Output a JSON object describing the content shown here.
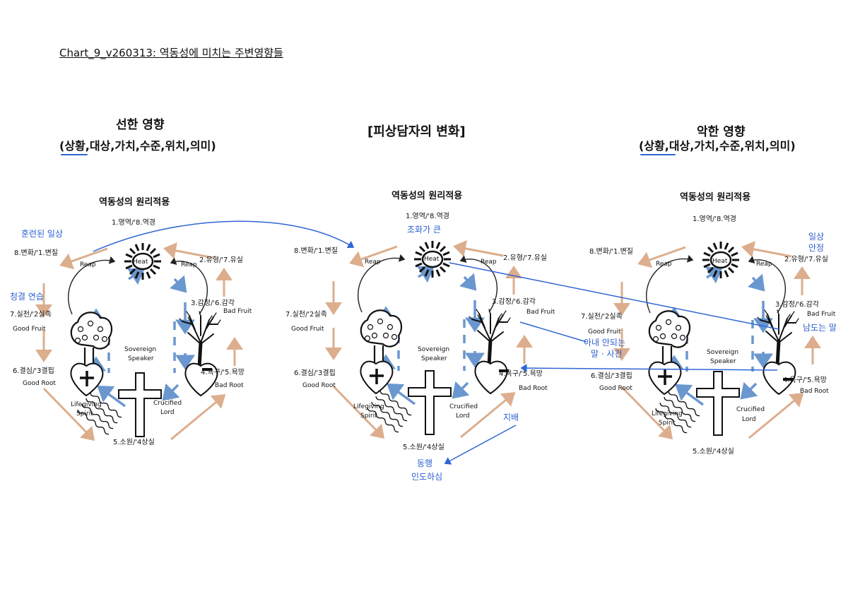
{
  "doc_title": "Chart_9_v260313:  역동성에 미치는 주변영향들",
  "center_heading": "[피상담자의 변화]",
  "left_heading": "선한  영향",
  "right_heading": "악한  영향",
  "subtitle": "(상황,대상,가치,수준,위치,의미)",
  "principle_title": "역동성의 원리적용",
  "labels": {
    "n1": "1.영역/'8.역경",
    "n2": "2.유형/'7.유실",
    "n3": "3.감정/'6.감각",
    "n4": "4.욕구/'5.욕망",
    "n5": "5.소원/'4상실",
    "n6": "6.결심/'3결핍",
    "n7": "7.실천/'2실족",
    "n8": "8.변화/'1.변질",
    "reap": "Reap",
    "heat": "Heat",
    "good_fruit": "Good Fruit",
    "bad_fruit": "Bad Fruit",
    "good_root": "Good Root",
    "bad_root": "Bad Root",
    "sovereign": "Sovereign",
    "speaker": "Speaker",
    "lifegiving": "Lifegiving",
    "spirit": "Spirit",
    "crucified": "Crucified",
    "lord": "Lord"
  },
  "notes": {
    "left_top": "훈련된 일상",
    "left_mid": "청결 연습",
    "center_top": "조화가 큰",
    "center_bot_a": "동행",
    "center_bot_b": "인도하심",
    "center_right": "지배",
    "center_mid_a": "아내 안되는",
    "center_mid_b": "말 · 사건",
    "right_top_a": "일상",
    "right_top_b": "안정",
    "right_mid": "남도는 말"
  },
  "colors": {
    "blue_arrow": "#6b97cf",
    "tan_arrow": "#dcae8d",
    "ink": "#2f66d4"
  }
}
